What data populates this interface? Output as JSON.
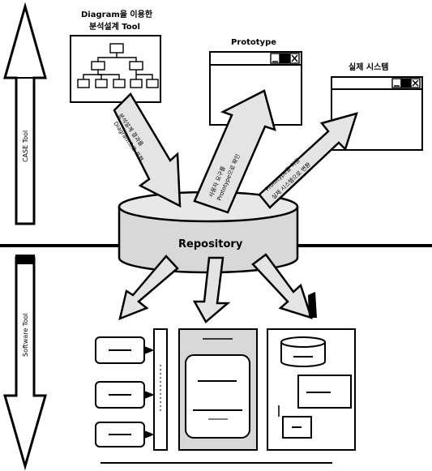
{
  "labels": {
    "tool_title_line1": "Diagram을 이용한",
    "tool_title_line2": "분석설계 Tool",
    "prototype_title": "Prototype",
    "real_system_title": "실제 시스템",
    "repository": "Repository"
  },
  "arrow_texts": {
    "to_tool_line1": "분석설계 결과를",
    "to_tool_line2": "Diagram으로 표현",
    "to_prototype_line1": "사용자 요구를",
    "to_prototype_line2": "Prototype으로 확인",
    "to_system_line1": "Prototype을 이용",
    "to_system_line2": "실제 시스템으로 변환"
  },
  "side_labels": {
    "top": "CASE Tool",
    "bottom": "Software Tool"
  },
  "window_buttons": [
    "_",
    "□",
    "×"
  ]
}
